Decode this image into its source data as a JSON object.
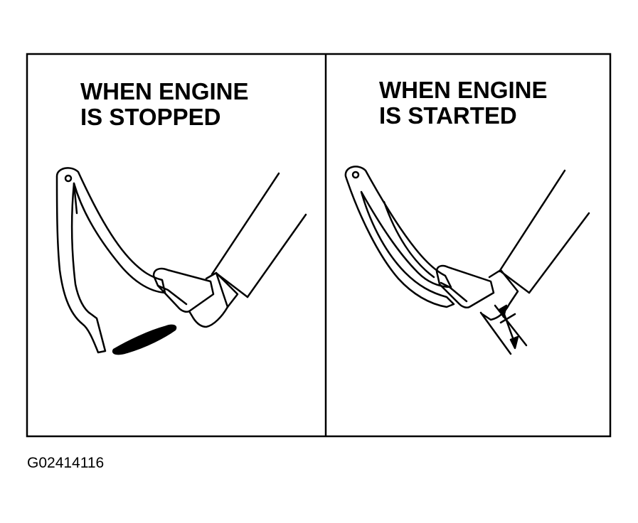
{
  "panels": [
    {
      "title_lines": [
        "WHEN ENGINE",
        "IS STOPPED"
      ]
    },
    {
      "title_lines": [
        "WHEN ENGINE",
        "IS STARTED"
      ]
    }
  ],
  "figure_id": "G02414116",
  "colors": {
    "line": "#000000",
    "background": "#ffffff"
  }
}
